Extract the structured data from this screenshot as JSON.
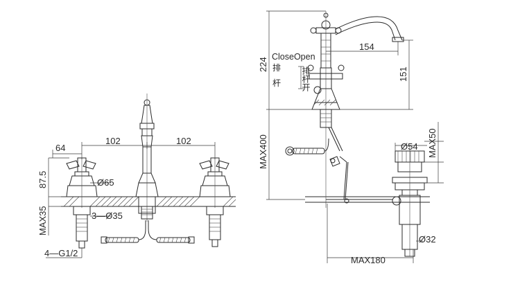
{
  "dimensions": {
    "front": {
      "spacing_left": "102",
      "spacing_right": "102",
      "handle_width": "64",
      "handle_height": "87.5",
      "base_diameter": "Ø65",
      "max_deck": "MAX35",
      "hole_diameter": "3—Ø35",
      "thread": "4—G1/2"
    },
    "side": {
      "height_total": "224",
      "spout_reach": "154",
      "spout_height": "151",
      "max_hose": "MAX400",
      "close_open": "CloseOpen",
      "pai": "排",
      "gan": "杆",
      "pai_gan_kai": "排杆开"
    },
    "drain": {
      "diameter_top": "Ø54",
      "max_top": "MAX50",
      "diameter_bottom": "Ø32",
      "max_length": "MAX180"
    }
  }
}
